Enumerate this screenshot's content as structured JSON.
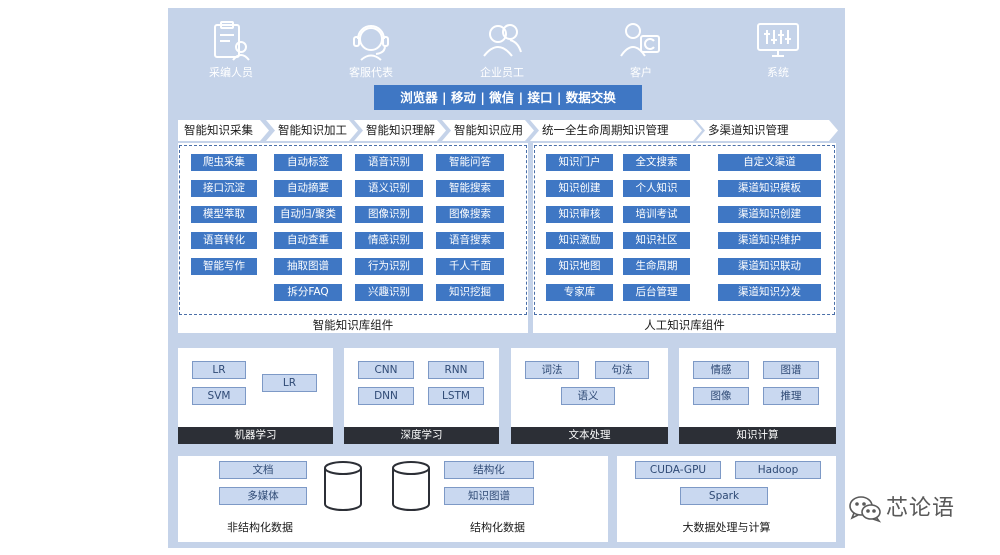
{
  "roles": [
    {
      "label": "采编人员",
      "icon": "clipboard-user-icon"
    },
    {
      "label": "客服代表",
      "icon": "headset-agent-icon"
    },
    {
      "label": "企业员工",
      "icon": "employees-group-icon"
    },
    {
      "label": "客户",
      "icon": "customer-card-icon"
    },
    {
      "label": "系统",
      "icon": "system-monitor-icon"
    }
  ],
  "access_bar": "浏览器 | 移动 | 微信 | 接口 | 数据交换",
  "stages": [
    "智能知识采集",
    "智能知识加工",
    "智能知识理解",
    "智能知识应用",
    "统一全生命周期知识管理",
    "多渠道知识管理"
  ],
  "smart": {
    "title": "智能知识库组件",
    "col1": [
      "爬虫采集",
      "接口沉淀",
      "模型萃取",
      "语音转化",
      "智能写作"
    ],
    "col2": [
      "自动标签",
      "自动摘要",
      "自动归/聚类",
      "自动查重",
      "抽取图谱",
      "拆分FAQ"
    ],
    "col3": [
      "语音识别",
      "语义识别",
      "图像识别",
      "情感识别",
      "行为识别",
      "兴趣识别"
    ],
    "col4": [
      "智能问答",
      "智能搜索",
      "图像搜索",
      "语音搜索",
      "千人千面",
      "知识挖掘"
    ]
  },
  "manual": {
    "title": "人工知识库组件",
    "col1": [
      "知识门户",
      "知识创建",
      "知识审核",
      "知识激励",
      "知识地图",
      "专家库"
    ],
    "col2": [
      "全文搜索",
      "个人知识",
      "培训考试",
      "知识社区",
      "生命周期",
      "后台管理"
    ],
    "col3": [
      "自定义渠道",
      "渠道知识模板",
      "渠道知识创建",
      "渠道知识维护",
      "渠道知识联动",
      "渠道知识分发"
    ]
  },
  "tech": [
    {
      "title": "机器学习",
      "chips": [
        "LR",
        "SVM",
        "LR"
      ]
    },
    {
      "title": "深度学习",
      "chips": [
        "CNN",
        "RNN",
        "DNN",
        "LSTM"
      ]
    },
    {
      "title": "文本处理",
      "chips": [
        "词法",
        "句法",
        "语义"
      ]
    },
    {
      "title": "知识计算",
      "chips": [
        "情感",
        "图谱",
        "图像",
        "推理"
      ]
    }
  ],
  "storage": {
    "unstructured": {
      "label": "非结构化数据",
      "chips": [
        "文档",
        "多媒体"
      ]
    },
    "structured": {
      "label": "结构化数据",
      "chips": [
        "结构化",
        "知识图谱"
      ]
    },
    "bigdata": {
      "label": "大数据处理与计算",
      "chips": [
        "CUDA-GPU",
        "Hadoop",
        "Spark"
      ]
    }
  },
  "watermark": "芯论语",
  "colors": {
    "panel": "#c5d3e9",
    "button": "#3f77c4",
    "footer": "#2c2f36",
    "chip": "#c9d8f0"
  }
}
